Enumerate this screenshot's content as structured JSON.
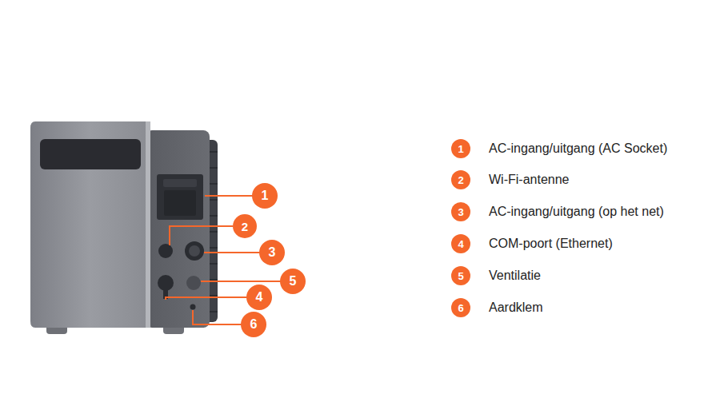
{
  "diagram": {
    "nodes": [
      {
        "text": [
          "1"
        ]
      },
      {
        "text": [
          "2"
        ]
      },
      {
        "text": [
          "3"
        ]
      },
      {
        "text": [
          "5"
        ]
      },
      {
        "text": [
          "4"
        ]
      },
      {
        "text": [
          "6"
        ]
      },
      {
        "text": [
          "1"
        ]
      },
      {
        "text": [
          "2"
        ]
      },
      {
        "text": [
          "3"
        ]
      },
      {
        "text": [
          "4"
        ]
      },
      {
        "text": [
          "5"
        ]
      },
      {
        "text": [
          "6"
        ]
      }
    ],
    "labels": [
      "AC-ingang/uitgang (AC Socket)",
      "Wi-Fi-antenne",
      "AC-ingang/uitgang (op het net)",
      "COM-poort (Ethernet)",
      "Ventilatie",
      "Aardklem"
    ]
  }
}
